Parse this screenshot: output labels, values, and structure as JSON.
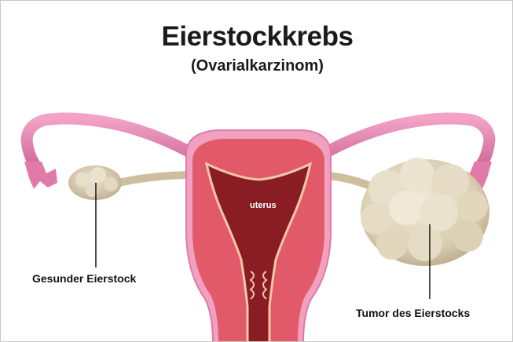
{
  "title": "Eierstockkrebs",
  "subtitle": "(Ovarialkarzinom)",
  "labels": {
    "uterus": "uterus",
    "healthy_ovary": "Gesunder Eierstock",
    "ovary_tumor": "Tumor des Eierstocks"
  },
  "colors": {
    "tube_pink": "#e889b2",
    "uterus_outer": "#f2a0c0",
    "uterus_inner": "#e25a6a",
    "cavity": "#8a1c24",
    "ovary": "#d9ccb0",
    "tumor": "#e1d7bf"
  }
}
